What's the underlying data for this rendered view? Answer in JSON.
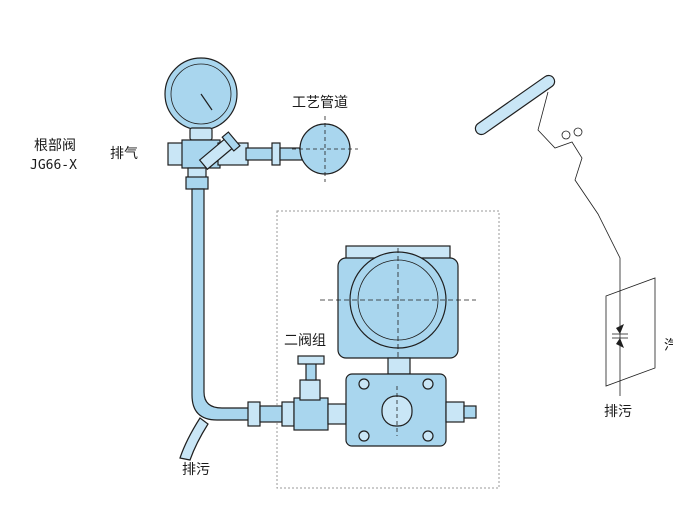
{
  "labels": {
    "root_valve": "根部阀",
    "root_valve_model": "JG66-X",
    "vent": "排气",
    "process_pipe": "工艺管道",
    "two_valve_manifold": "二阀组",
    "drain_main": "排污",
    "drain_side": "排污",
    "edge_char": "汽"
  },
  "colors": {
    "fill_blue": "#a9d6ee",
    "fill_light": "#c9e6f6",
    "stroke": "#1f1f1f",
    "dotted_box": "#9a9a9a"
  },
  "icons": {
    "pressure_gauge": "pressure-gauge-icon",
    "transmitter": "transmitter-icon",
    "valve": "valve-icon"
  }
}
